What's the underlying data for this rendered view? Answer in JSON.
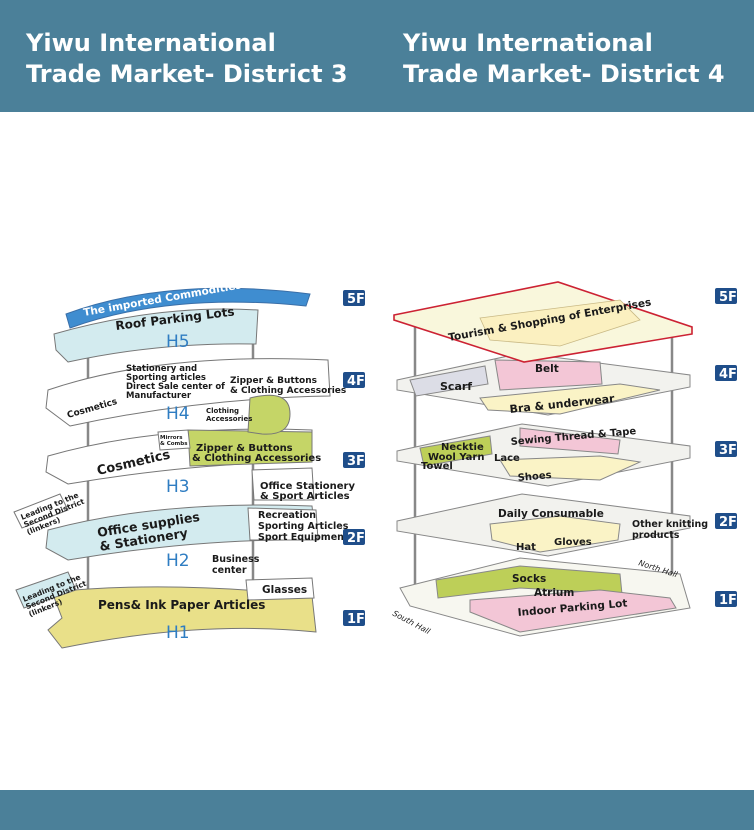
{
  "header": {
    "left_title": "Yiwu International Trade Market- District 3",
    "right_title": "Yiwu International Trade Market- District 4"
  },
  "floor_badges": [
    "5F",
    "4F",
    "3F",
    "2F",
    "1F"
  ],
  "district3": {
    "floor5": {
      "mall": "The imported  Commodities Mall",
      "parking": "Roof Parking Lots",
      "hall": "H5"
    },
    "floor4": {
      "cosmetics": "Cosmetics",
      "stationery": [
        "Stationery and",
        "Sporting articles",
        "Direct Sale center of",
        "Manufacturer"
      ],
      "zipper": [
        "Zipper & Buttons",
        "& Clothing Accessories"
      ],
      "clothing_acc": [
        "Clothing",
        "Accessories"
      ],
      "hall": "H4"
    },
    "floor3": {
      "cosmetics": "Cosmetics",
      "mirrors": [
        "Mirrors",
        "& Combs"
      ],
      "zipper": [
        "Zipper & Buttons",
        "& Clothing Accessories"
      ],
      "office_sport": [
        "Office Stationery",
        "& Sport Articles"
      ],
      "hall": "H3"
    },
    "floor2": {
      "leading": [
        "Leading to the",
        "Second District",
        "(linkers)"
      ],
      "office": [
        "Office supplies",
        "& Stationery"
      ],
      "recreation": [
        "Recreation",
        "Sporting Articles",
        "Sport Equipment"
      ],
      "business": [
        "Business",
        "center"
      ],
      "hall": "H2"
    },
    "floor1": {
      "leading": [
        "Leading to the",
        "Second District",
        "(linkers)"
      ],
      "pens": "Pens& Ink Paper Articles",
      "glasses": "Glasses",
      "hall": "H1"
    }
  },
  "district4": {
    "floor5": {
      "label": "Tourism & Shopping of Enterprises"
    },
    "floor4": {
      "scarf": "Scarf",
      "belt": "Belt",
      "bra": "Bra & underwear"
    },
    "floor3": {
      "necktie": "Necktie",
      "wool": "Wool Yarn",
      "towel": "Towel",
      "lace": "Lace",
      "sewing": "Sewing Thread & Tape",
      "shoes": "Shoes"
    },
    "floor2": {
      "daily": "Daily Consumable",
      "hat": "Hat",
      "gloves": "Gloves",
      "knitting": [
        "Other knitting",
        "products"
      ]
    },
    "floor1": {
      "socks": "Socks",
      "atrium": "Atrium",
      "parking": "Indoor Parking Lot",
      "north": "North Hall",
      "south": "South Hall"
    }
  }
}
